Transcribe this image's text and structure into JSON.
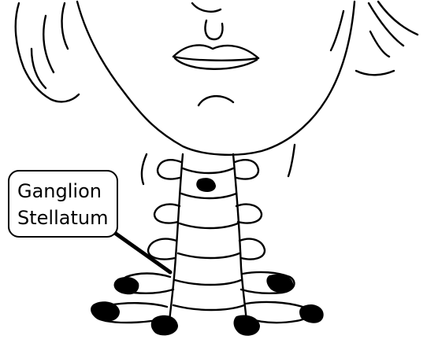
{
  "callout": {
    "line1": "Ganglion",
    "line2": "Stellatum"
  },
  "illustration": {
    "subject": "face-and-cervical-spine",
    "ink_color": "#000000",
    "paper_color": "#ffffff"
  }
}
